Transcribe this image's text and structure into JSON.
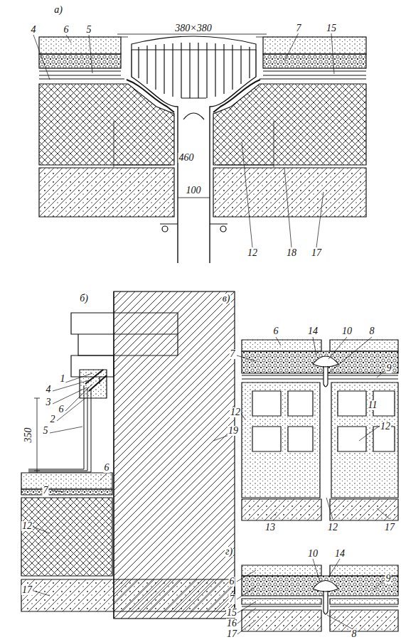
{
  "diagram": {
    "labels": [
      "а)",
      "6",
      "5",
      "4",
      "380×380",
      "7",
      "15",
      "460",
      "100",
      "12",
      "18",
      "17",
      "б)",
      "в)",
      "1",
      "4",
      "3",
      "6",
      "2",
      "5",
      "350",
      "19",
      "6",
      "7",
      "12",
      "17",
      "6",
      "14",
      "10",
      "8",
      "7",
      "9",
      "12",
      "11",
      "12",
      "13",
      "12",
      "17",
      "г)",
      "10",
      "14",
      "6",
      "7",
      "9",
      "15",
      "16",
      "17",
      "8"
    ]
  }
}
